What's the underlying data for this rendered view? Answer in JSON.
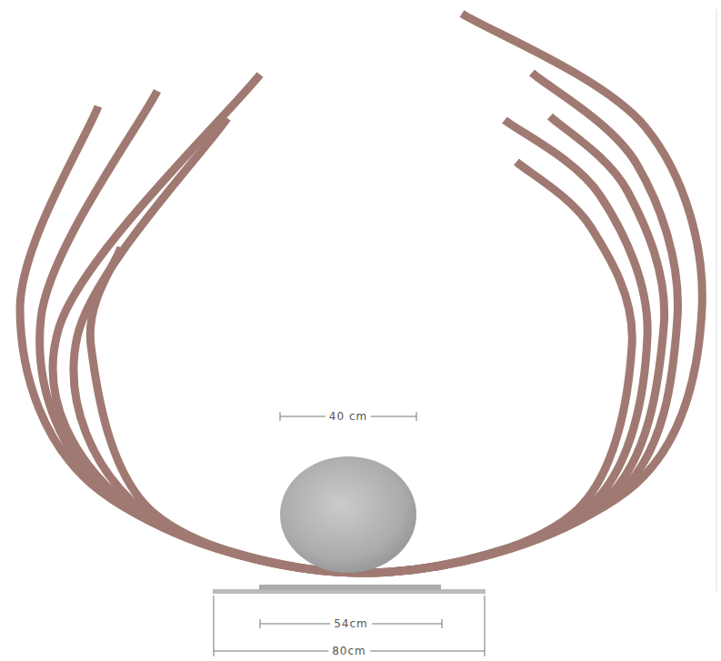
{
  "diagram": {
    "labels": [
      "40 cm",
      "54cm",
      "80cm"
    ]
  }
}
